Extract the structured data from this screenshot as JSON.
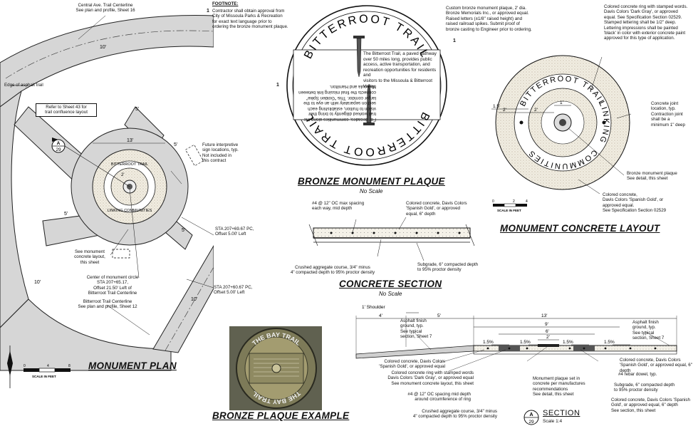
{
  "footnote": {
    "heading": "FOOTNOTE:",
    "marker": "1",
    "text": "Contractor shall obtain approval from\nCity of Missoula Parks & Recreation\nfor exact text language prior to\nordering the bronze monument plaque."
  },
  "monument_plan": {
    "title": "MONUMENT PLAN",
    "notes": {
      "central_ave": "Central Ave. Trail Centerline\nSee plan and profile, Sheet 16",
      "asphalt_edge": "Edge of asphalt trail",
      "refer_sheet": "Refer to Sheet 43 for\ntrail confluence layout",
      "future_signs": "Future interpretive\nsign locations, typ.\nNot included in\nthis contract",
      "see_monument": "See monument\nconcrete layout,\nthis sheet",
      "center_circle": "Center of monument circle\nSTA 207+65.17,\nOffset 21.50' Left of\nBitterroot Trail Centerline",
      "sta_pc": "STA 207+69.67 PC,\nOffset 5.00' Left",
      "sta_pt": "STA 207+60.67 PC,\nOffset 5.00' Left",
      "bitterroot_cl": "Bitterroot Trail Centerline\nSee plan and profile, Sheet 12"
    },
    "dims": {
      "d10a": "10'",
      "d5a": "5'",
      "d13": "13'",
      "d5b": "5'",
      "d2": "2'",
      "d5c": "5'",
      "d10b": "10'",
      "d10c": "10'",
      "d5d": "5'"
    },
    "callout": {
      "top": "A",
      "bottom": "29"
    },
    "ring_text_top": "BITTERROOT TRAIL",
    "ring_text_bottom": "LINKING COMMUNITIES",
    "scale": {
      "ticks": [
        "0",
        "4",
        "8"
      ],
      "label": "SCALE IN FEET"
    }
  },
  "bronze_plaque": {
    "title": "BRONZE MONUMENT PLAQUE",
    "subtitle": "No Scale",
    "arc_top": "BITTERROOT TRAIL",
    "arc_bottom": "BITTERROOT TRAIL",
    "text_upright": "The Bitterroot Trail, a paved pathway\nover 50 miles long, provides public\naccess, active transportation, and\nrecreation opportunities for residents and\nvisitors to the Missoula & Bitterroot Valley.",
    "text_inverted": "For decades, communities along the\ntrail worked diligently to bring their\nvision to fruition, establishing each\nsection separately with an eye to the\nlarger corridor. This \"Golden Spike\"\nconnects the final missing link between\nMissoula and Hamilton.",
    "marker_right": "1",
    "marker_left": "1",
    "note": "Custom bronze monument plaque, 2' dia.\nBronze Memorials Inc., or approved equal.\nRaised letters (±1/8\" raised height) and\nraised railroad spikes. Submit proof of\nbronze casting to Engineer prior to ordering."
  },
  "concrete_section": {
    "title": "CONCRETE SECTION",
    "subtitle": "No Scale",
    "notes": {
      "rebar": "#4 @ 12\" OC max spacing\neach way, mid depth",
      "colored": "Colored concrete, Davis Colors\n'Spanish Gold', or approved\nequal, 6\" depth",
      "aggregate": "Crushed aggregate course, 3/4\" minus\n4\" compacted depth to 95% proctor density",
      "subgrade": "Subgrade, 6\" compacted depth\nto 95% proctor density"
    }
  },
  "bronze_example": {
    "title": "BRONZE PLAQUE EXAMPLE",
    "arc_top": "THE BAY TRAIL",
    "arc_bottom": "THE BAY TRAIL"
  },
  "monument_layout": {
    "title": "MONUMENT CONCRETE LAYOUT",
    "ring_top": "BITTERROOT TRAIL",
    "ring_right": "LINKING",
    "ring_bottom": "COMMUNITIES",
    "dims": {
      "d15": "1.5'",
      "d2a": "2'",
      "d1": "1'",
      "d2b": "2'"
    },
    "notes": {
      "ring": "Colored concrete ring with stamped words.\nDavis Colors 'Dark Gray', or approved\nequal. See Specification Section 02529.\nStamped lettering shall be 1/2\" deep.\nLettering impressions shall be painted\n'black' in color with exterior concrete paint\napproved for this type of application.",
      "joint": "Concrete joint\nlocation, typ.\nContraction joint\nshall be a\nminimum 1\" deep",
      "plaque": "Bronze monument plaque\nSee detail, this sheet",
      "colored": "Colored concrete,\nDavis Colors 'Spanish Gold', or\napproved equal.\nSee Specification Section 02529"
    },
    "scale": {
      "ticks": [
        "0",
        "2",
        "4"
      ],
      "label": "SCALE IN FEET"
    }
  },
  "section_a": {
    "title": "SECTION",
    "scale": "Scale 1:4",
    "callout": {
      "top": "A",
      "bottom": "29"
    },
    "dims": {
      "shoulder": "1' Shoulder",
      "d4": "4'",
      "d5": "5'",
      "d13": "13'",
      "d9": "9'",
      "d6": "6'",
      "d2": "2'"
    },
    "slopes": [
      "1.5%",
      "1.5%",
      "1.5%",
      "1.5%"
    ],
    "notes": {
      "asphalt_left": "Asphalt finish\nground, typ.\nSee typical\nsection, Sheet 7",
      "asphalt_right": "Asphalt finish\nground, typ.\nSee typical\nsection, Sheet 7",
      "colored_left": "Colored concrete, Davis Colors\n'Spanish Gold', or approved equal",
      "ring": "Colored concrete ring with stamped words\nDavis Colors 'Dark Gray', or approved equal\nSee monument concrete layout, this sheet",
      "rebar": "#4 @ 12\" OC spacing mid depth\naround circumference of ring",
      "aggregate": "Crushed aggregate course, 3/4\" minus\n4\" compacted depth to 95% proctor density",
      "plaque": "Monument plaque set in\nconcrete per manufactures\nrecommendations\nSee detail, this sheet",
      "colored_right": "Colored concrete, Davis Colors\n'Spanish Gold', or approved equal, 6\" depth",
      "dowel": "#4 rebar dowel, typ.",
      "subgrade": "Subgrade, 6\" compacted depth\nto 95% proctor density",
      "colored_bottom": "Colored concrete, Davis Colors 'Spanish\nGold', or approved equal, 6\" depth\nSee section, this sheet"
    }
  }
}
